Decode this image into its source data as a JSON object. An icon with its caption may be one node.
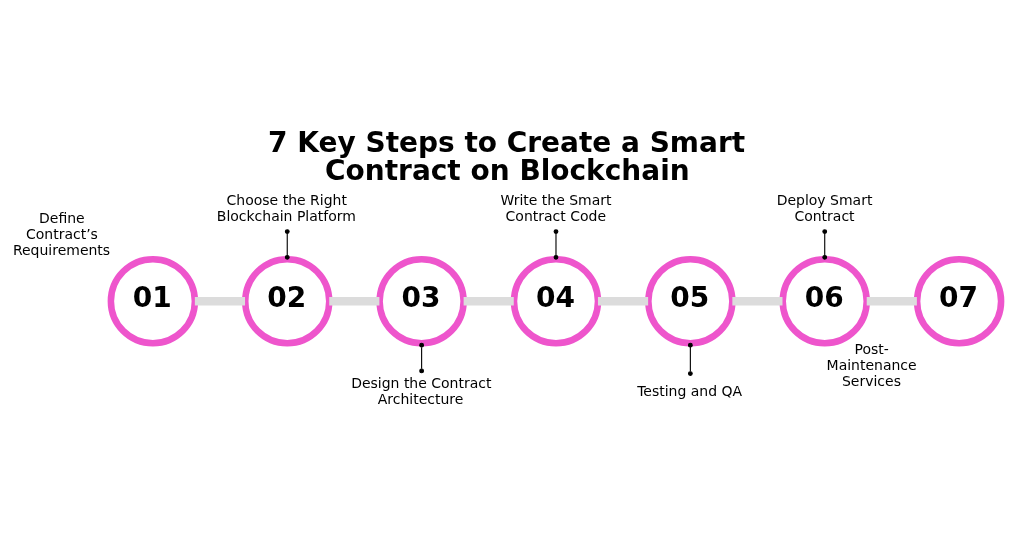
{
  "diagram": {
    "title": "7 Key Steps to Create a Smart Contract on Blockchain",
    "nodes": [
      {
        "text": [
          "01"
        ],
        "beside": [
          "Define Contract’s Requirements"
        ]
      },
      {
        "text": [
          "02"
        ]
      },
      {
        "text": [
          "03"
        ]
      },
      {
        "text": [
          "04"
        ]
      },
      {
        "text": [
          "05"
        ]
      },
      {
        "text": [
          "06"
        ]
      },
      {
        "text": [
          "07"
        ],
        "beside": [
          "Post- Maintenance Services"
        ]
      },
      {
        "text": [
          "Choose the Right Blockchain Platform"
        ]
      },
      {
        "text": [
          "Design the Contract Architecture"
        ]
      },
      {
        "text": [
          "Write the Smart Contract Code"
        ]
      },
      {
        "text": [
          "Testing and QA"
        ]
      },
      {
        "text": [
          "Deploy Smart Contract"
        ]
      }
    ],
    "edges": [
      {
        "from": 0,
        "to": 1,
        "arrow": "none"
      },
      {
        "from": 1,
        "to": 2,
        "arrow": "none"
      },
      {
        "from": 2,
        "to": 3,
        "arrow": "none"
      },
      {
        "from": 3,
        "to": 4,
        "arrow": "none"
      },
      {
        "from": 4,
        "to": 5,
        "arrow": "none"
      },
      {
        "from": 5,
        "to": 6,
        "arrow": "none"
      },
      {
        "from": 7,
        "to": 1,
        "arrow": "other",
        "color": "#000000"
      },
      {
        "from": 8,
        "to": 2,
        "arrow": "other",
        "color": "#000000"
      },
      {
        "from": 9,
        "to": 3,
        "arrow": "other",
        "color": "#000000"
      },
      {
        "from": 10,
        "to": 4,
        "arrow": "other",
        "color": "#000000"
      },
      {
        "from": 11,
        "to": 5,
        "arrow": "other",
        "color": "#000000"
      }
    ]
  }
}
